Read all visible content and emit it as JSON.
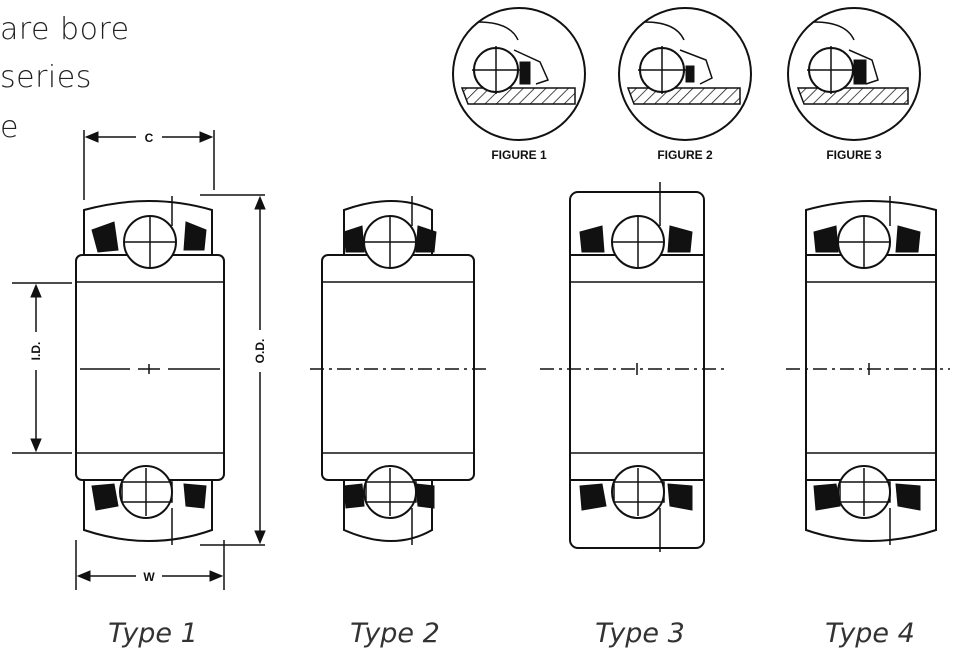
{
  "heading": {
    "lines": [
      "are bore",
      "series",
      "e"
    ]
  },
  "figures": [
    {
      "label": "FIGURE 1"
    },
    {
      "label": "FIGURE 2"
    },
    {
      "label": "FIGURE 3"
    }
  ],
  "dimensions": {
    "c": "C",
    "w": "W",
    "id": "I.D.",
    "od": "O.D."
  },
  "types": [
    {
      "label": "Type 1"
    },
    {
      "label": "Type 2"
    },
    {
      "label": "Type 3"
    },
    {
      "label": "Type 4"
    }
  ]
}
